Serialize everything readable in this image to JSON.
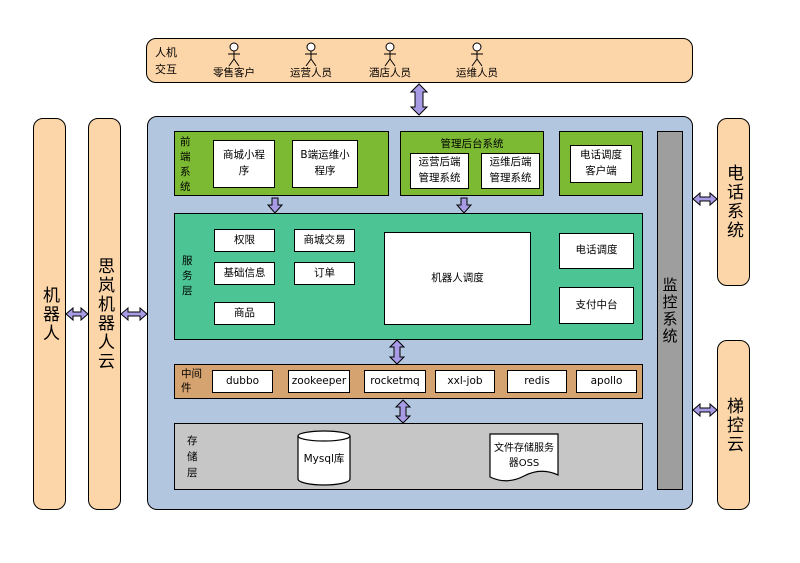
{
  "top": {
    "label_line1": "人机",
    "label_line2": "交互",
    "actors": [
      "零售客户",
      "运营人员",
      "酒店人员",
      "运维人员"
    ]
  },
  "left": {
    "robot": "机器人",
    "cloud": "思岚机器人云"
  },
  "right": {
    "phone": "电话系统",
    "elevator": "梯控云",
    "monitor": "监控系统"
  },
  "frontend": {
    "title": "前端系统",
    "mall_miniprogram": "商城小程序",
    "b_miniprogram": "B端运维小程序",
    "admin_title": "管理后台系统",
    "ops_admin": "运营后端管理系统",
    "maint_admin": "运维后端管理系统",
    "phone_client": "电话调度客户端"
  },
  "service": {
    "title": "服务层",
    "permission": "权限",
    "basic_info": "基础信息",
    "goods": "商品",
    "mall_trade": "商城交易",
    "order": "订单",
    "robot_dispatch": "机器人调度",
    "phone_dispatch": "电话调度",
    "payment": "支付中台"
  },
  "middleware": {
    "title": "中间件",
    "items": [
      "dubbo",
      "zookeeper",
      "rocketmq",
      "xxl-job",
      "redis",
      "apollo"
    ]
  },
  "storage": {
    "title": "存储层",
    "mysql": "Mysql库",
    "oss": "文件存储服务器OSS"
  },
  "colors": {
    "peach": "#fcd5a8",
    "main_bg": "#b3c6e0",
    "green": "#7dba34",
    "teal": "#4cc493",
    "gray": "#c6c6c6",
    "brown": "#d5a36f",
    "arrow": "#a89be6"
  }
}
